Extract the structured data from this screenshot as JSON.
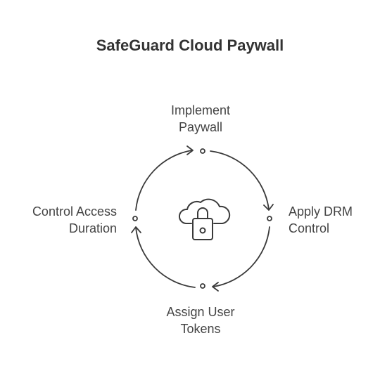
{
  "title": "SafeGuard Cloud Paywall",
  "steps": [
    {
      "line1": "Implement",
      "line2": "Paywall"
    },
    {
      "line1": "Apply DRM",
      "line2": "Control"
    },
    {
      "line1": "Assign User",
      "line2": "Tokens"
    },
    {
      "line1": "Control Access",
      "line2": "Duration"
    }
  ],
  "center_icon": "cloud-lock-icon",
  "colors": {
    "stroke": "#3a3a3a",
    "text": "#444444"
  }
}
